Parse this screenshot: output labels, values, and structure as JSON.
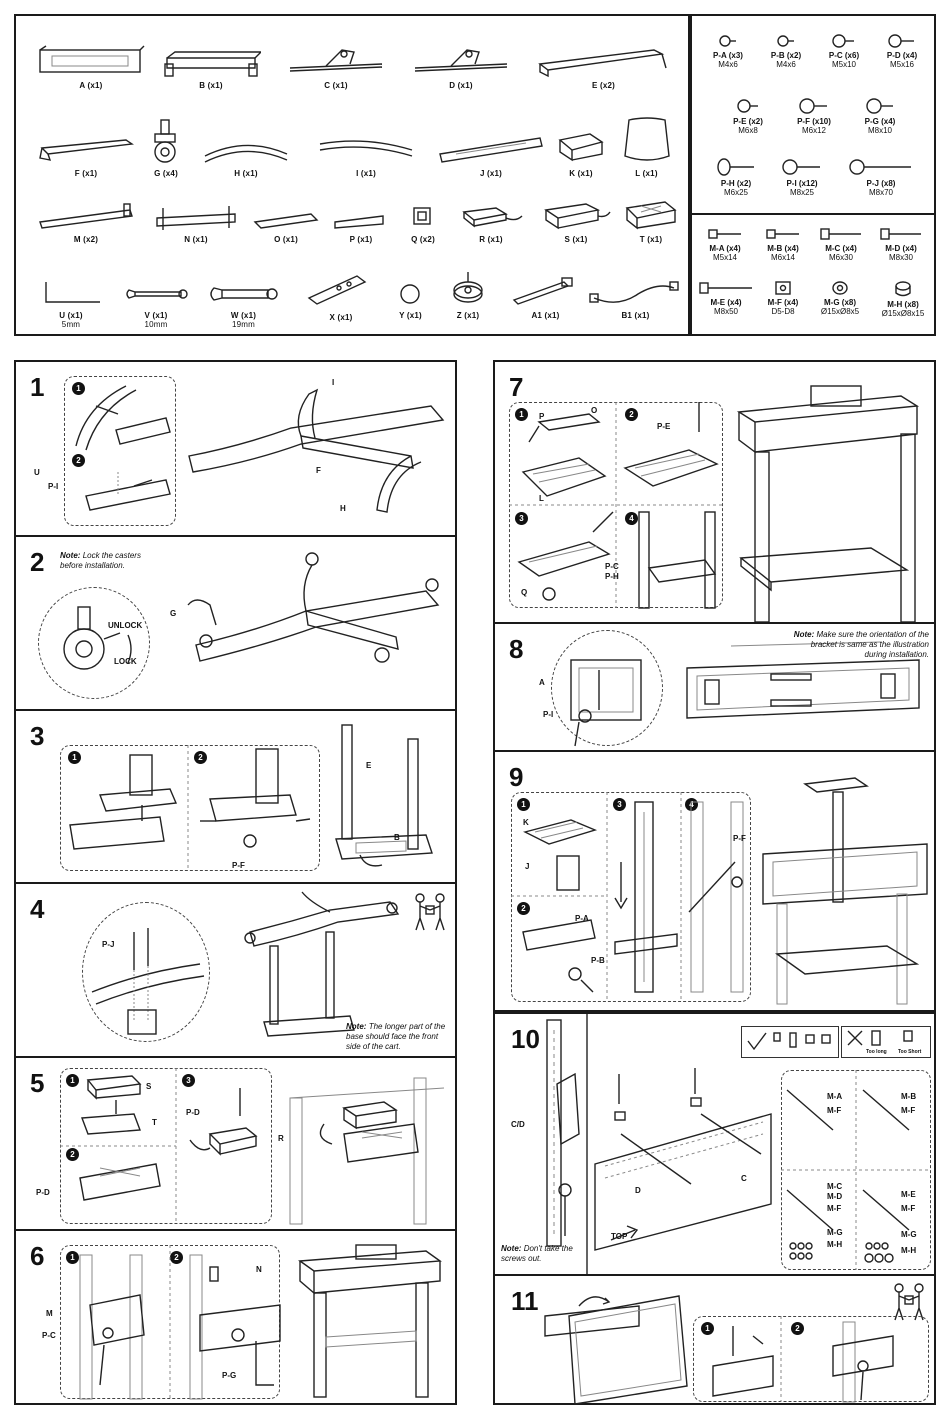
{
  "parts": [
    {
      "id": "part-a",
      "label": "A (x1)"
    },
    {
      "id": "part-b",
      "label": "B (x1)"
    },
    {
      "id": "part-c",
      "label": "C (x1)"
    },
    {
      "id": "part-d",
      "label": "D (x1)"
    },
    {
      "id": "part-e",
      "label": "E (x2)"
    },
    {
      "id": "part-f",
      "label": "F (x1)"
    },
    {
      "id": "part-g",
      "label": "G (x4)"
    },
    {
      "id": "part-h",
      "label": "H (x1)"
    },
    {
      "id": "part-i",
      "label": "I (x1)"
    },
    {
      "id": "part-j",
      "label": "J (x1)"
    },
    {
      "id": "part-k",
      "label": "K (x1)"
    },
    {
      "id": "part-l",
      "label": "L (x1)"
    },
    {
      "id": "part-m",
      "label": "M (x2)"
    },
    {
      "id": "part-n",
      "label": "N (x1)"
    },
    {
      "id": "part-o",
      "label": "O (x1)"
    },
    {
      "id": "part-p",
      "label": "P (x1)"
    },
    {
      "id": "part-q",
      "label": "Q (x2)"
    },
    {
      "id": "part-r",
      "label": "R (x1)"
    },
    {
      "id": "part-s",
      "label": "S (x1)"
    },
    {
      "id": "part-t",
      "label": "T (x1)"
    },
    {
      "id": "part-u",
      "label": "U (x1)",
      "sub": "5mm"
    },
    {
      "id": "part-v",
      "label": "V (x1)",
      "sub": "10mm"
    },
    {
      "id": "part-w",
      "label": "W (x1)",
      "sub": "19mm"
    },
    {
      "id": "part-x",
      "label": "X (x1)"
    },
    {
      "id": "part-y",
      "label": "Y (x1)"
    },
    {
      "id": "part-z",
      "label": "Z (x1)"
    },
    {
      "id": "part-a1",
      "label": "A1 (x1)"
    },
    {
      "id": "part-b1",
      "label": "B1 (x1)"
    }
  ],
  "hardware_p": [
    {
      "label": "P-A (x3)",
      "size": "M4x6"
    },
    {
      "label": "P-B (x2)",
      "size": "M4x6"
    },
    {
      "label": "P-C (x6)",
      "size": "M5x10"
    },
    {
      "label": "P-D (x4)",
      "size": "M5x16"
    },
    {
      "label": "P-E (x2)",
      "size": "M6x8"
    },
    {
      "label": "P-F (x10)",
      "size": "M6x12"
    },
    {
      "label": "P-G (x4)",
      "size": "M8x10"
    },
    {
      "label": "P-H (x2)",
      "size": "M6x25"
    },
    {
      "label": "P-I (x12)",
      "size": "M8x25"
    },
    {
      "label": "P-J (x8)",
      "size": "M8x70"
    }
  ],
  "hardware_m": [
    {
      "label": "M-A (x4)",
      "size": "M5x14"
    },
    {
      "label": "M-B (x4)",
      "size": "M6x14"
    },
    {
      "label": "M-C (x4)",
      "size": "M6x30"
    },
    {
      "label": "M-D (x4)",
      "size": "M8x30"
    },
    {
      "label": "M-E (x4)",
      "size": "M8x50"
    },
    {
      "label": "M-F (x4)",
      "size": "D5-D8"
    },
    {
      "label": "M-G (x8)",
      "size": "Ø15xØ8x5"
    },
    {
      "label": "M-H (x8)",
      "size": "Ø15xØ8x15"
    }
  ],
  "steps": {
    "s1": {
      "num": "1",
      "labels": {
        "i": "I",
        "f": "F",
        "h": "H",
        "u": "U",
        "pi": "P-I"
      }
    },
    "s2": {
      "num": "2",
      "note_bold": "Note:",
      "note": "Lock the casters before installation.",
      "unlock": "UNLOCK",
      "lock": "LOCK",
      "g": "G"
    },
    "s3": {
      "num": "3",
      "e": "E",
      "b": "B",
      "pf": "P-F"
    },
    "s4": {
      "num": "4",
      "pj": "P-J",
      "note_bold": "Note:",
      "note": "The longer part of the base should face the front side of the cart."
    },
    "s5": {
      "num": "5",
      "s": "S",
      "t": "T",
      "pd1": "P-D",
      "pd2": "P-D",
      "r": "R"
    },
    "s6": {
      "num": "6",
      "m": "M",
      "pc": "P-C",
      "n": "N",
      "pg": "P-G"
    },
    "s7": {
      "num": "7",
      "p": "P",
      "o": "O",
      "l": "L",
      "pe": "P-E",
      "pc": "P-C",
      "ph": "P-H",
      "q": "Q"
    },
    "s8": {
      "num": "8",
      "a": "A",
      "pi": "P-I",
      "note_bold": "Note:",
      "note": "Make sure the orientation of the bracket is same as the illustration during installation."
    },
    "s9": {
      "num": "9",
      "k": "K",
      "j": "J",
      "pa": "P-A",
      "pb": "P-B",
      "pf": "P-F"
    },
    "s10": {
      "num": "10",
      "cd": "C/D",
      "d": "D",
      "c": "C",
      "top": "TOP",
      "too_long": "Too long",
      "too_short": "Too Short",
      "ma": "M-A",
      "mf1": "M-F",
      "mb": "M-B",
      "mf2": "M-F",
      "mc": "M-C",
      "md": "M-D",
      "mf3": "M-F",
      "mg1": "M-G",
      "mh1": "M-H",
      "me": "M-E",
      "mf4": "M-F",
      "mg2": "M-G",
      "mh2": "M-H",
      "note_bold": "Note:",
      "note": "Don't take the screws out."
    },
    "s11": {
      "num": "11"
    }
  },
  "colors": {
    "line": "#1a1a1a",
    "light": "#888888"
  }
}
